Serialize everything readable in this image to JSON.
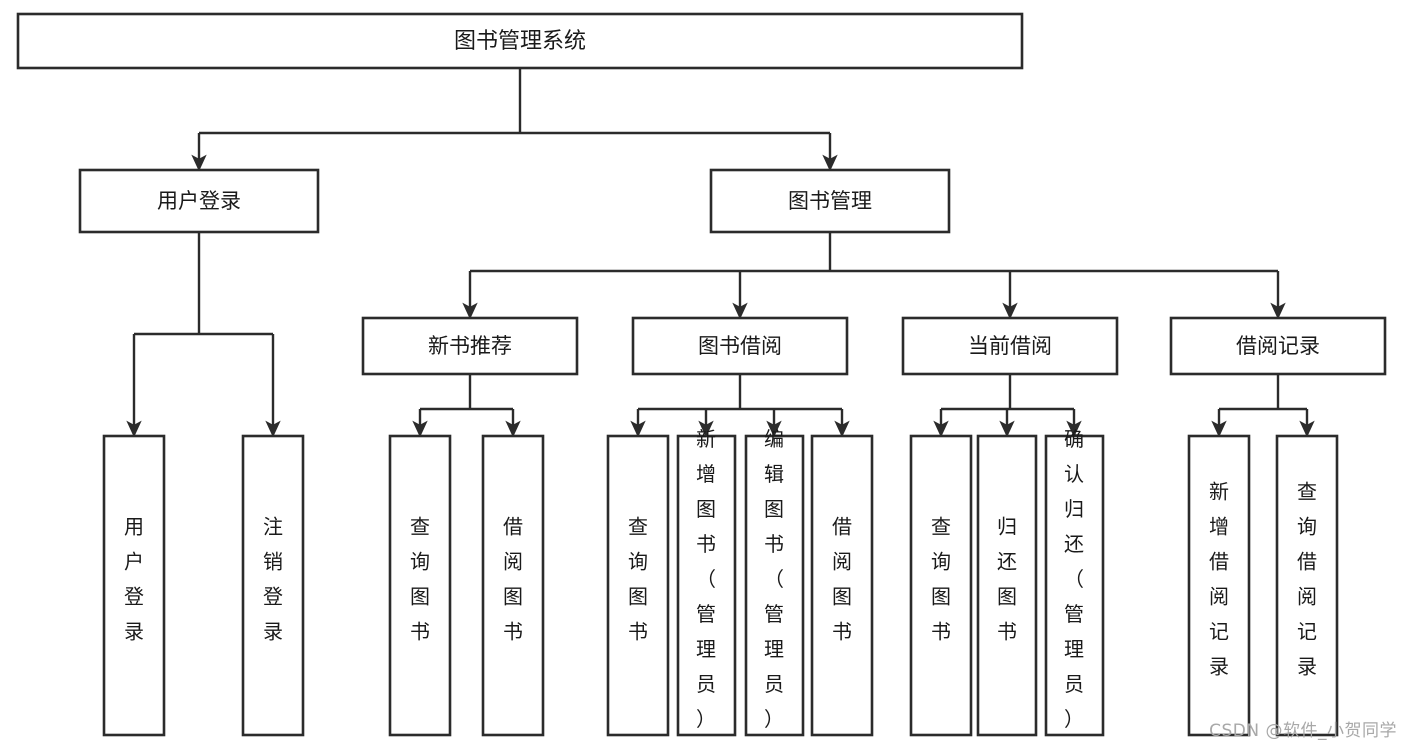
{
  "diagram": {
    "type": "hierarchy-tree",
    "title": "图书管理系统",
    "root": {
      "id": "root",
      "label": "图书管理系统"
    },
    "level2": [
      {
        "id": "user-login",
        "label": "用户登录"
      },
      {
        "id": "book-manage",
        "label": "图书管理"
      }
    ],
    "level3": [
      {
        "id": "new-book-recommend",
        "label": "新书推荐",
        "parent": "book-manage"
      },
      {
        "id": "book-borrow",
        "label": "图书借阅",
        "parent": "book-manage"
      },
      {
        "id": "current-borrow",
        "label": "当前借阅",
        "parent": "book-manage"
      },
      {
        "id": "borrow-record",
        "label": "借阅记录",
        "parent": "book-manage"
      }
    ],
    "leaves": [
      {
        "id": "leaf-user-login",
        "label": "用户登录",
        "parent": "user-login"
      },
      {
        "id": "leaf-user-logout",
        "label": "注销登录",
        "parent": "user-login"
      },
      {
        "id": "leaf-query-book-1",
        "label": "查询图书",
        "parent": "new-book-recommend"
      },
      {
        "id": "leaf-borrow-book-1",
        "label": "借阅图书",
        "parent": "new-book-recommend"
      },
      {
        "id": "leaf-query-book-2",
        "label": "查询图书",
        "parent": "book-borrow"
      },
      {
        "id": "leaf-add-book",
        "label": "新增图书（管理员）",
        "parent": "book-borrow"
      },
      {
        "id": "leaf-edit-book",
        "label": "编辑图书（管理员）",
        "parent": "book-borrow"
      },
      {
        "id": "leaf-borrow-book-2",
        "label": "借阅图书",
        "parent": "book-borrow"
      },
      {
        "id": "leaf-query-book-3",
        "label": "查询图书",
        "parent": "current-borrow"
      },
      {
        "id": "leaf-return-book",
        "label": "归还图书",
        "parent": "current-borrow"
      },
      {
        "id": "leaf-confirm-return",
        "label": "确认归还（管理员）",
        "parent": "current-borrow"
      },
      {
        "id": "leaf-add-record",
        "label": "新增借阅记录",
        "parent": "borrow-record"
      },
      {
        "id": "leaf-query-record",
        "label": "查询借阅记录",
        "parent": "borrow-record"
      }
    ],
    "colors": {
      "stroke": "#2b2b2b",
      "fill": "#ffffff",
      "text": "#1a1a1a",
      "watermark": "#a8a8a8"
    }
  },
  "watermark": {
    "text": "CSDN @软件_小贺同学"
  }
}
